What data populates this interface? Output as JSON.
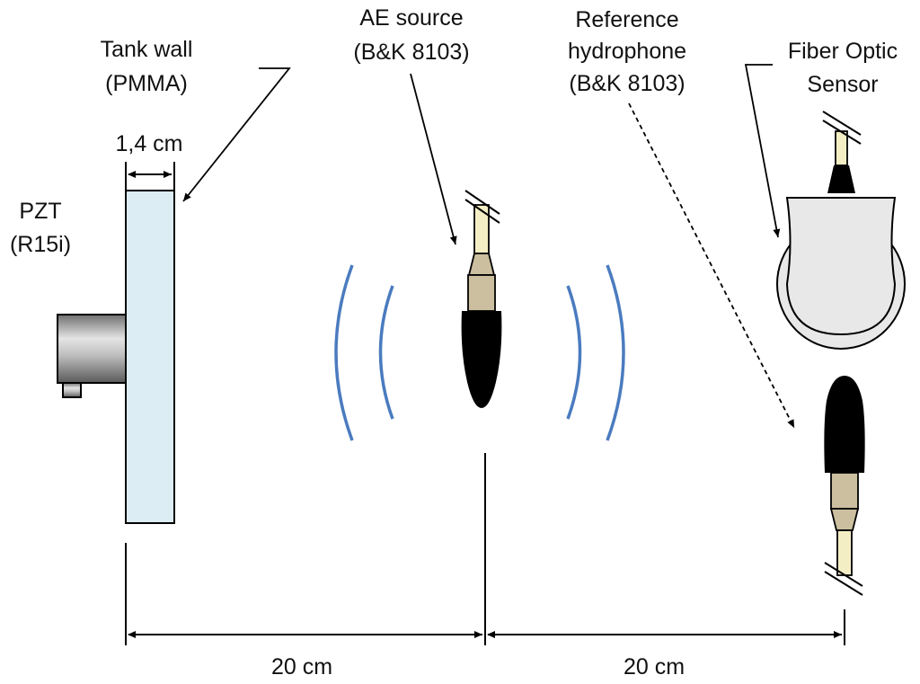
{
  "labels": {
    "tank_wall_line1": "Tank wall",
    "tank_wall_line2": "(PMMA)",
    "thickness": "1,4 cm",
    "pzt_line1": "PZT",
    "pzt_line2": "(R15i)",
    "ae_source_line1": "AE source",
    "ae_source_line2": "(B&K 8103)",
    "ref_line1": "Reference",
    "ref_line2": "hydrophone",
    "ref_line3": "(B&K 8103)",
    "fos_line1": "Fiber Optic",
    "fos_line2": "Sensor",
    "distance_left": "20 cm",
    "distance_right": "20 cm"
  },
  "colors": {
    "tank_wall_fill": "#dcedf4",
    "wave_color": "#4a7bbf",
    "hydrophone_body": "#000000",
    "hydrophone_collar": "#cbbf9f",
    "hydrophone_cable": "#f4eec4",
    "sensor_fill": "#e8e8e8",
    "pzt_fill": "#9a9a9a"
  }
}
